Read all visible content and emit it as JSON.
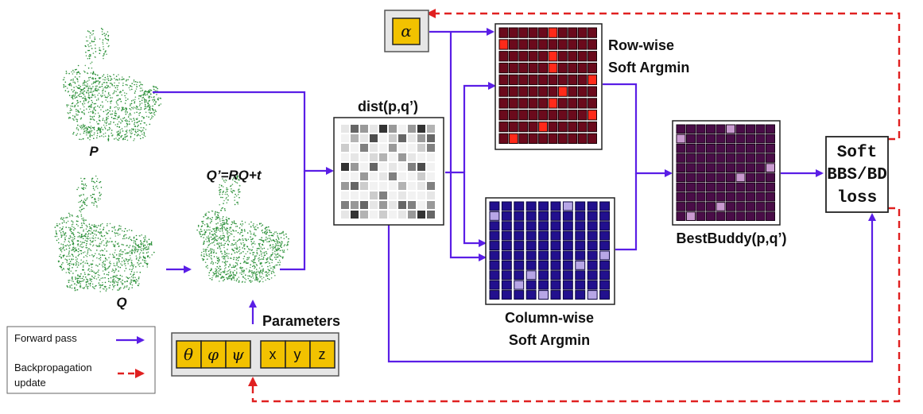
{
  "labels": {
    "P": "P",
    "Q": "Q",
    "Qprime": "Q’=RQ+t",
    "dist": "dist(p,q’)",
    "row_wise": [
      "Row-wise",
      "Soft Argmin"
    ],
    "column_wise": [
      "Column-wise",
      "Soft Argmin"
    ],
    "best_buddy": "BestBuddy(p,q’)",
    "loss": [
      "Soft",
      "BBS/BD",
      "loss"
    ],
    "parameters": "Parameters",
    "alpha": "α"
  },
  "params": [
    "θ",
    "φ",
    "ψ",
    "x",
    "y",
    "z"
  ],
  "legend": {
    "forward": "Forward pass",
    "backprop": [
      "Backpropagation",
      "update"
    ]
  },
  "colors": {
    "forward_arrow": "#5a1ee6",
    "backprop_arrow": "#e02020",
    "point_cloud": "#1f8a2e",
    "param_box": "#f2c200",
    "row_matrix_bg": "#6b0a1c",
    "row_highlight": "#ff2a1a",
    "col_matrix_bg": "#22108e",
    "col_highlight": "#b7a6e6",
    "bb_matrix_bg": "#4a0d48",
    "bb_highlight": "#c99ad0"
  },
  "matrices": {
    "dist_grayscale": [
      [
        0.9,
        0.4,
        0.6,
        0.9,
        0.2,
        0.6,
        0.95,
        0.6,
        0.2,
        0.7
      ],
      [
        0.95,
        0.7,
        0.9,
        0.3,
        0.95,
        0.8,
        0.4,
        0.9,
        0.6,
        0.4
      ],
      [
        0.8,
        0.95,
        0.5,
        0.9,
        0.95,
        0.6,
        0.95,
        0.95,
        0.8,
        0.5
      ],
      [
        0.95,
        0.9,
        0.95,
        0.85,
        0.7,
        0.95,
        0.6,
        0.9,
        0.95,
        0.95
      ],
      [
        0.2,
        0.6,
        0.95,
        0.4,
        0.95,
        0.9,
        0.95,
        0.5,
        0.3,
        0.95
      ],
      [
        0.95,
        0.95,
        0.6,
        0.95,
        0.9,
        0.5,
        0.95,
        0.95,
        0.8,
        0.95
      ],
      [
        0.6,
        0.4,
        0.8,
        0.95,
        0.95,
        0.95,
        0.7,
        0.95,
        0.9,
        0.5
      ],
      [
        0.95,
        0.95,
        0.95,
        0.8,
        0.5,
        0.95,
        0.9,
        0.95,
        0.95,
        0.9
      ],
      [
        0.5,
        0.6,
        0.4,
        0.9,
        0.6,
        0.9,
        0.4,
        0.5,
        0.95,
        0.6
      ],
      [
        0.9,
        0.2,
        0.7,
        0.95,
        0.8,
        0.95,
        0.9,
        0.6,
        0.2,
        0.4
      ]
    ],
    "row_hot": [
      [
        0,
        5
      ],
      [
        1,
        0
      ],
      [
        2,
        5
      ],
      [
        3,
        5
      ],
      [
        4,
        9
      ],
      [
        5,
        6
      ],
      [
        6,
        5
      ],
      [
        7,
        9
      ],
      [
        8,
        4
      ],
      [
        9,
        1
      ]
    ],
    "col_hot": [
      [
        0,
        6
      ],
      [
        1,
        0
      ],
      [
        5,
        9
      ],
      [
        6,
        7
      ],
      [
        7,
        3
      ],
      [
        8,
        2
      ],
      [
        9,
        4
      ],
      [
        9,
        8
      ]
    ],
    "bb_hot": [
      [
        0,
        5
      ],
      [
        1,
        0
      ],
      [
        4,
        9
      ],
      [
        5,
        6
      ],
      [
        8,
        4
      ],
      [
        9,
        1
      ]
    ]
  }
}
